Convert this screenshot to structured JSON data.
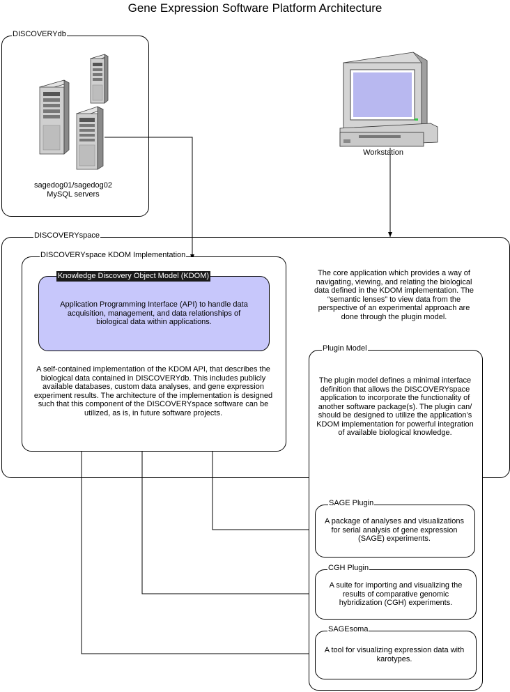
{
  "title": "Gene Expression Software Platform Architecture",
  "discoverydb": {
    "label": "DISCOVERYdb",
    "servers_line1": "sagedog01/sagedog02",
    "servers_line2": "MySQL servers"
  },
  "workstation": {
    "label": "Workstation"
  },
  "discoveryspace": {
    "label": "DISCOVERYspace",
    "description": "The core application which provides a way of navigating, viewing, and relating the biological data defined in the KDOM implementation.  The “semantic lenses” to view data from the perspective of an experimental approach are done through the plugin model."
  },
  "kdom_impl": {
    "label": "DISCOVERYspace KDOM Implementation",
    "description": "A self-contained implementation of the KDOM API, that describes the biological data contained in DISCOVERYdb.  This includes publicly available databases, custom data analyses, and gene expression experiment results.  The architecture of the implementation is designed such that this component of the DISCOVERYspace software can be utilized, as is, in future software projects."
  },
  "kdom": {
    "label": "Knowledge Discovery Object Model (KDOM)",
    "description": "Application Programming Interface (API) to handle data acquisition, management, and data relationships of biological data within applications."
  },
  "plugin_model": {
    "label": "Plugin Model",
    "description": "The plugin model defines a minimal interface definition that allows the DISCOVERYspace application to incorporate the functionality of another software package(s).  The plugin can/ should be designed to utilize the application’s KDOM implementation for powerful integration of available biological knowledge."
  },
  "plugins": [
    {
      "label": "SAGE Plugin",
      "description": "A package of analyses and visualizations for serial analysis of gene expression (SAGE) experiments."
    },
    {
      "label": "CGH Plugin",
      "description": "A suite for importing and visualizing the results of comparative genomic hybridization (CGH) experiments."
    },
    {
      "label": "SAGEsoma",
      "description": "A tool for visualizing expression data with karotypes."
    }
  ],
  "colors": {
    "kdom_fill": "#c7c7fb",
    "kdom_label_bg": "#1a1a1a",
    "screen": "#b8b8f0"
  },
  "icons": [
    "server-icon",
    "workstation-icon"
  ]
}
